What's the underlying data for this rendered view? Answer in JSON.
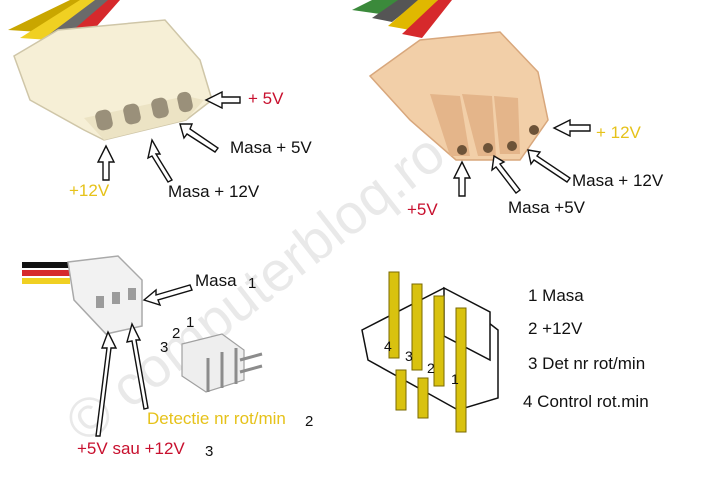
{
  "molex_female": {
    "plus5": "+ 5V",
    "masa5": "Masa + 5V",
    "masa12": "Masa + 12V",
    "plus12": "+12V"
  },
  "molex_male": {
    "plus12": "+ 12V",
    "masa12": "Masa + 12V",
    "masa5": "Masa +5V",
    "plus5": "+5V"
  },
  "fan_plug": {
    "masa": "Masa",
    "masa_num": "1",
    "detectie": "Detectie nr rot/min",
    "detectie_num": "2",
    "supply": "+5V sau +12V",
    "supply_num": "3",
    "pin_label_1": "1",
    "pin_label_2": "2",
    "pin_label_3": "3"
  },
  "header_4pin": {
    "pin1": "1",
    "pin2": "2",
    "pin3": "3",
    "pin4": "4"
  },
  "pinout_list": [
    "1 Masa",
    "2 +12V",
    "3 Det nr rot/min",
    "4 Control rot.min"
  ],
  "watermark": "© computerbloq.ro",
  "colors": {
    "red": "#c8102e",
    "yellow": "#e6c21a",
    "connector_white": "#f6efd6",
    "connector_beige": "#f2cfa8",
    "pin_gold": "#d9c20f"
  }
}
